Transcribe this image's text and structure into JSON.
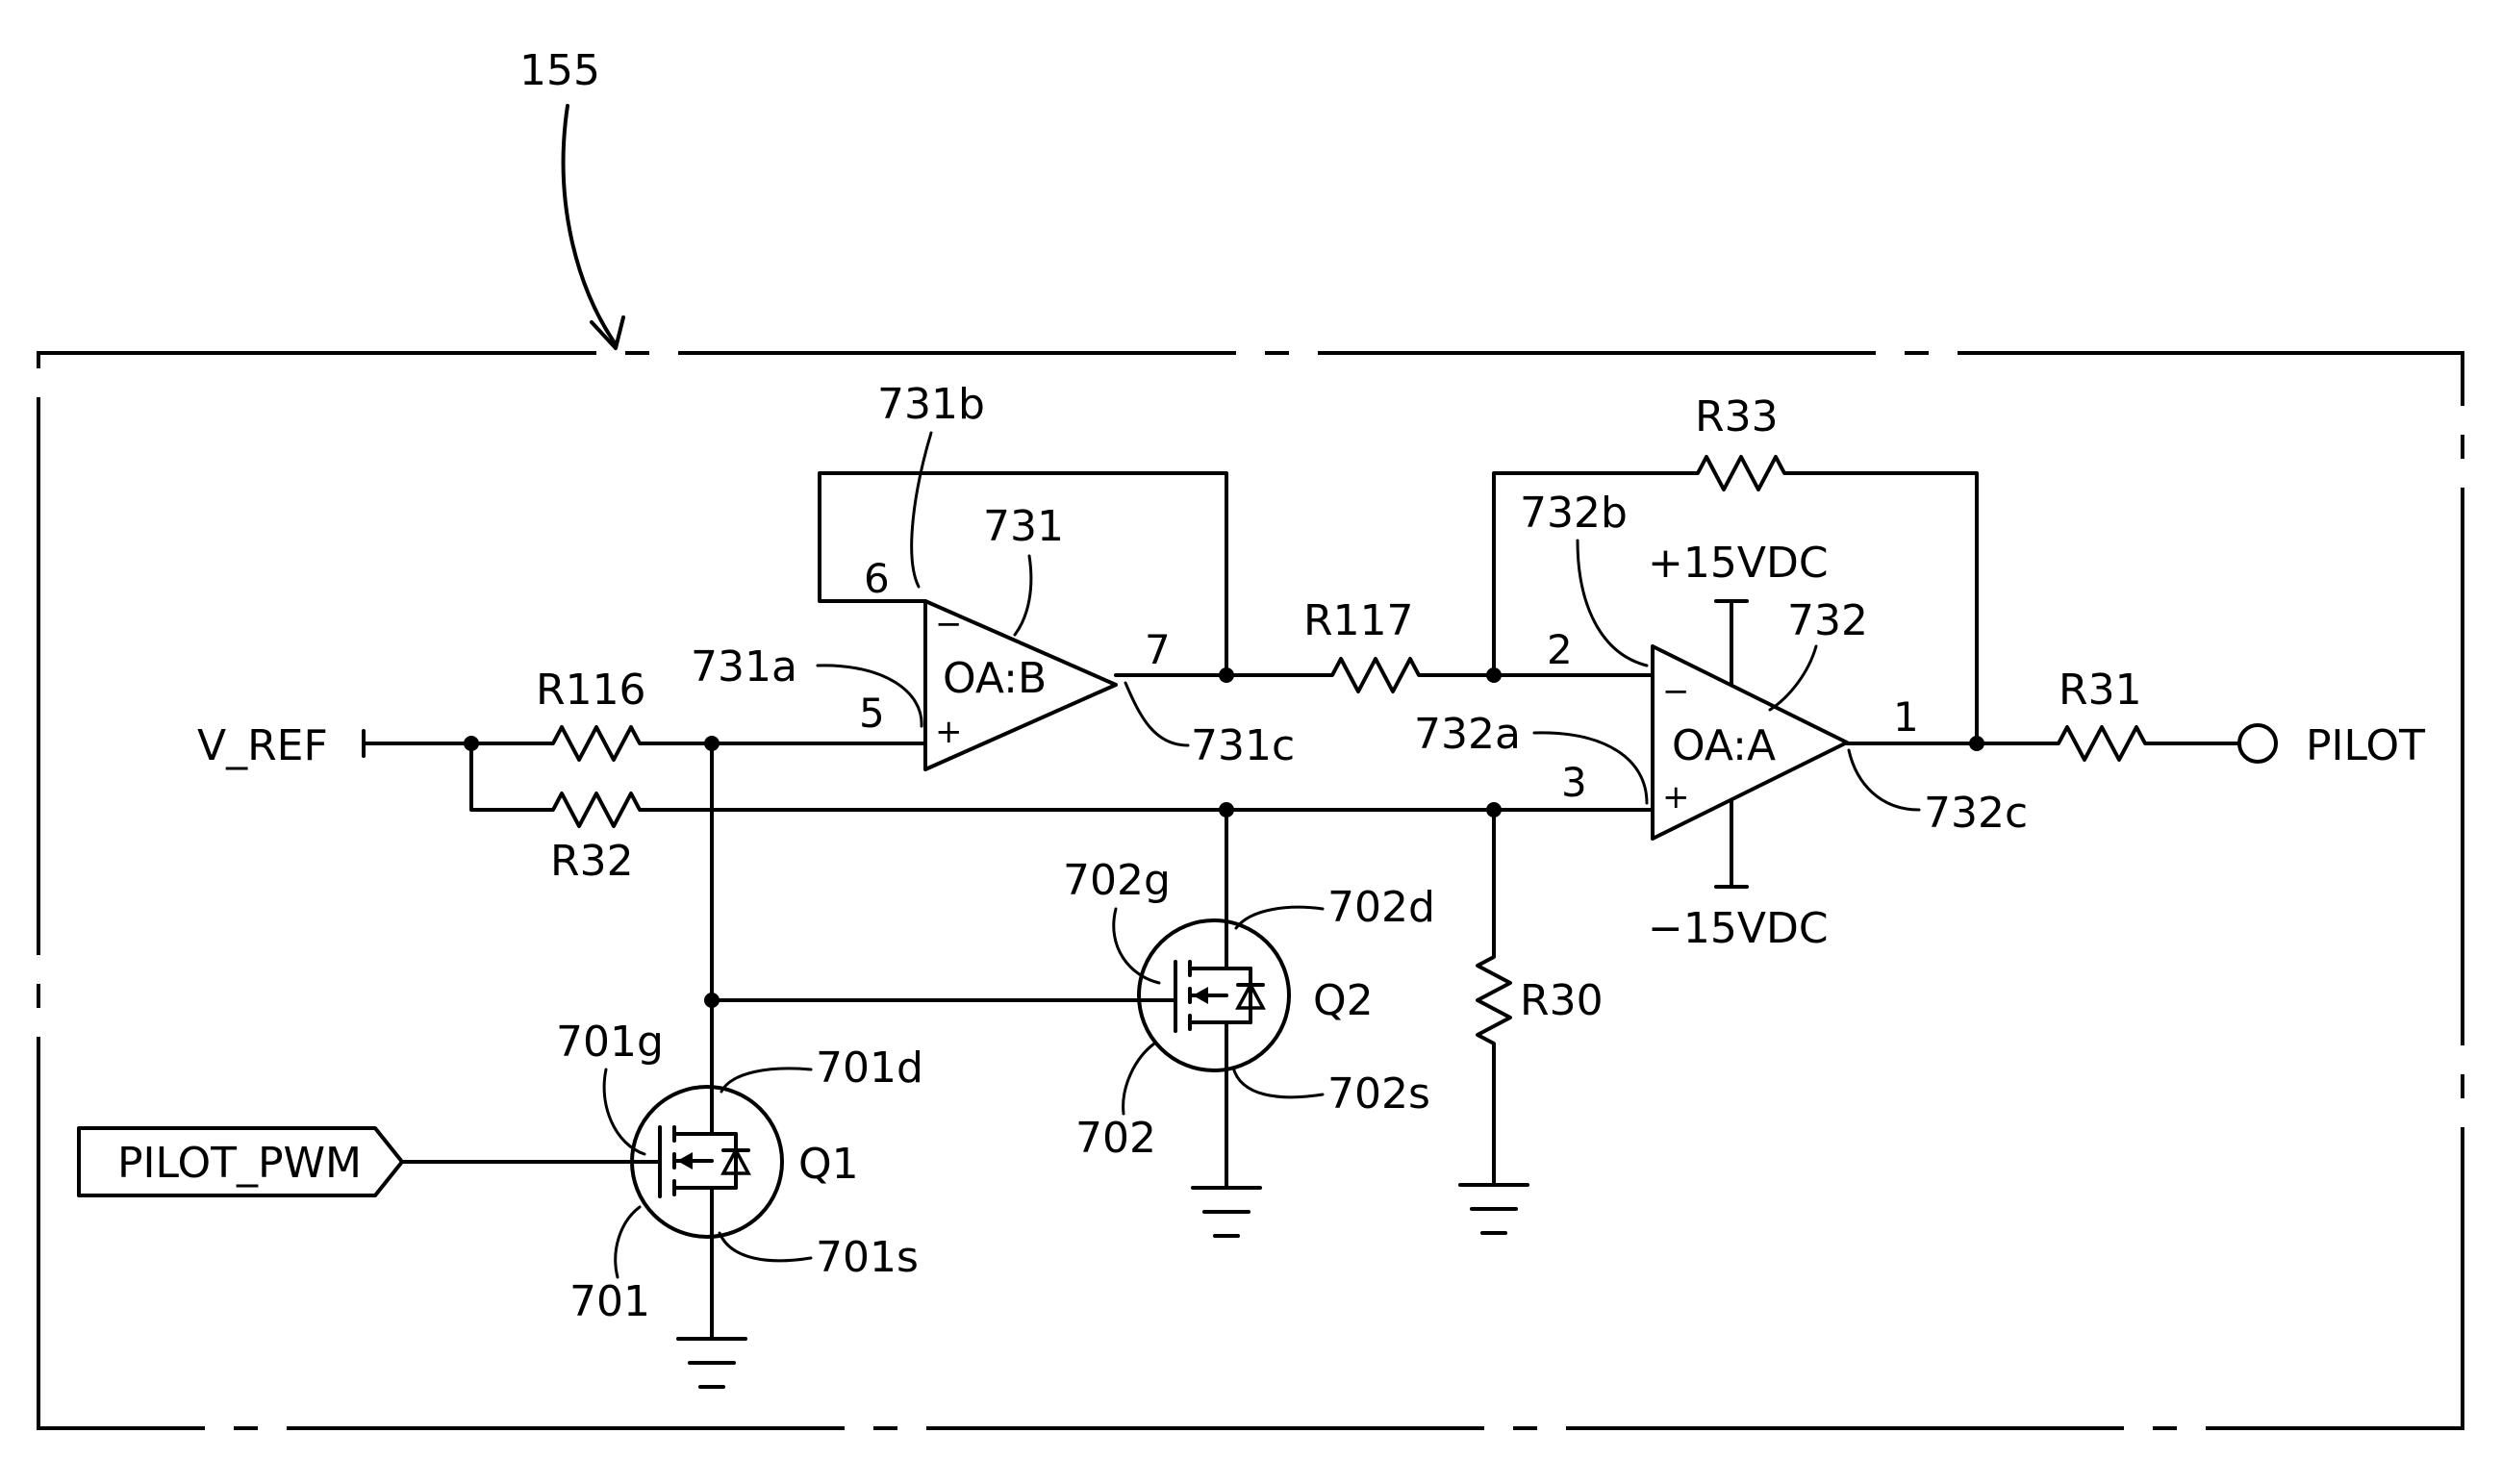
{
  "figure_ref": "155",
  "nets": {
    "v_ref": "V_REF",
    "pilot": "PILOT",
    "pilot_pwm": "PILOT_PWM",
    "pos_supply": "+15VDC",
    "neg_supply": "−15VDC"
  },
  "opamps": [
    {
      "id": "731",
      "name": "OA:B",
      "refs": {
        "body": "731",
        "inv": "731b",
        "noninv": "731a",
        "out": "731c"
      },
      "pins": {
        "inv": "6",
        "noninv": "5",
        "out": "7"
      }
    },
    {
      "id": "732",
      "name": "OA:A",
      "refs": {
        "body": "732",
        "inv": "732b",
        "noninv": "732a",
        "out": "732c"
      },
      "pins": {
        "inv": "2",
        "noninv": "3",
        "out": "1"
      }
    }
  ],
  "resistors": [
    "R116",
    "R32",
    "R117",
    "R33",
    "R31",
    "R30"
  ],
  "transistors": [
    {
      "id": "Q1",
      "refs": {
        "body": "701",
        "gate": "701g",
        "drain": "701d",
        "source": "701s"
      }
    },
    {
      "id": "Q2",
      "refs": {
        "body": "702",
        "gate": "702g",
        "drain": "702d",
        "source": "702s"
      }
    }
  ],
  "pin_marks": {
    "minus": "−",
    "plus": "+"
  }
}
